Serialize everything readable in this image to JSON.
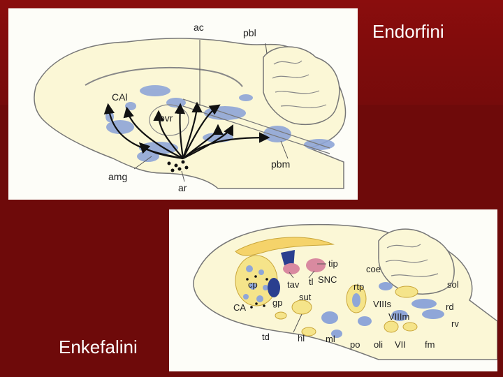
{
  "slide": {
    "title_endorfini": "Endorfini",
    "title_enkefalini": "Enkefalini"
  },
  "colors": {
    "background": "#6e0a0a",
    "tissue": "#fbf7d6",
    "blue_region": "#8fa6d8",
    "dark_blue": "#2a3f8f",
    "pink": "#d98aa0",
    "yellow": "#f5d36a",
    "arrow": "#111111"
  },
  "diagram1": {
    "labels": {
      "ac": "ac",
      "pbl": "pbl",
      "cal": "CAl",
      "pvr": "pvr",
      "amg": "amg",
      "ar": "ar",
      "pbm": "pbm"
    }
  },
  "diagram2": {
    "labels": {
      "tip": "tip",
      "coe": "coe",
      "sol": "sol",
      "cp": "cp",
      "tav": "tav",
      "tl": "tl",
      "snc": "SNC",
      "rtp": "rtp",
      "ca": "CA",
      "gp": "gp",
      "sut": "sut",
      "viiis": "VIIIs",
      "rd": "rd",
      "viiim": "VIIIm",
      "rv": "rv",
      "td": "td",
      "hl": "hl",
      "ml": "ml",
      "po": "po",
      "oli": "oli",
      "vii": "VII",
      "fm": "fm"
    }
  }
}
